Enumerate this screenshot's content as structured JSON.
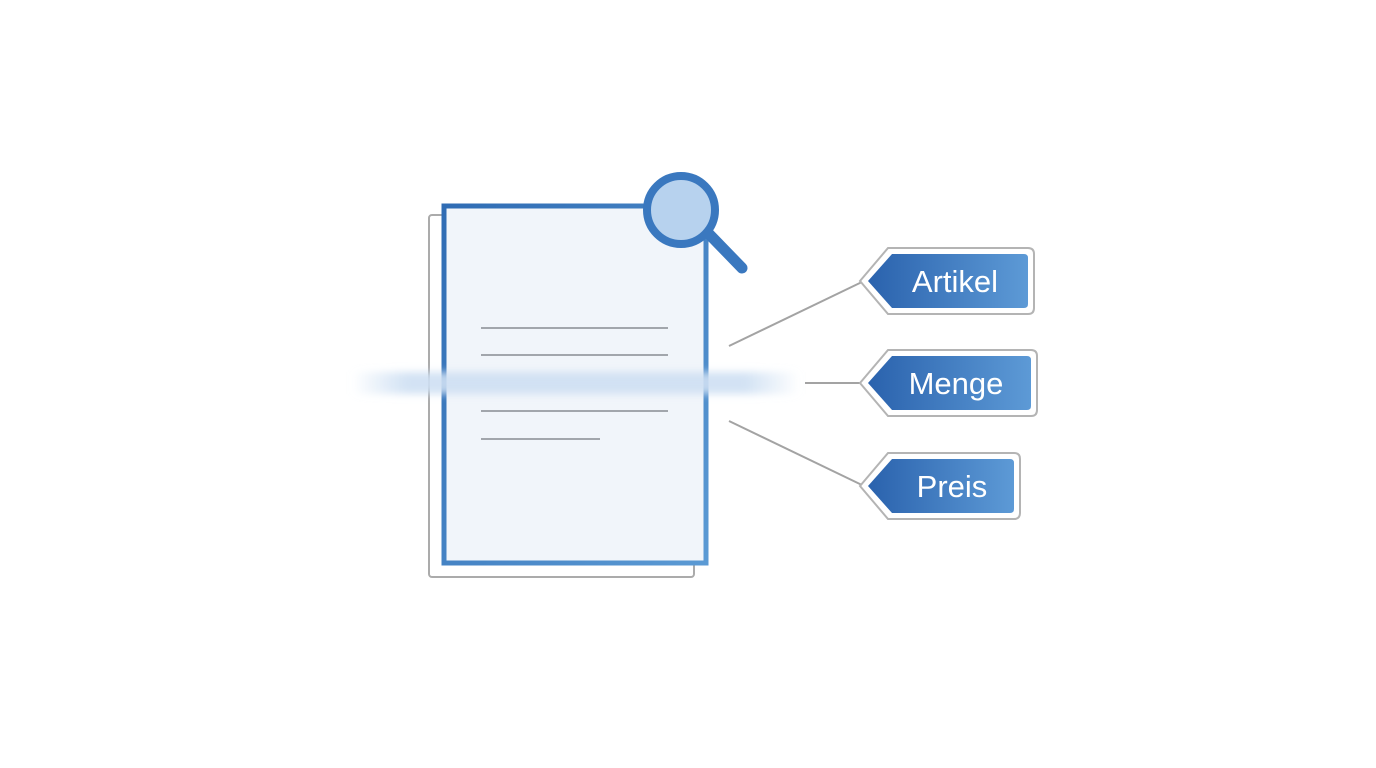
{
  "colors": {
    "background": "#ffffff",
    "document_border": "#3f7fc0",
    "document_fill": "#f1f5fa",
    "back_sheet_border": "#a8a8a8",
    "text_line": "#a0a4aa",
    "scan_line": "#2e6bb5",
    "magnifier_ring": "#3a78bf",
    "magnifier_lens": "#b7d2ee",
    "connector": "#a3a3a3",
    "tag_gradient_start": "#2a62ad",
    "tag_gradient_end": "#5d9ad6",
    "tag_outline": "#b4b4b4"
  },
  "icons": {
    "document": "document-icon",
    "magnifier": "magnifier-icon"
  },
  "tags": [
    {
      "label": "Artikel"
    },
    {
      "label": "Menge"
    },
    {
      "label": "Preis"
    }
  ]
}
